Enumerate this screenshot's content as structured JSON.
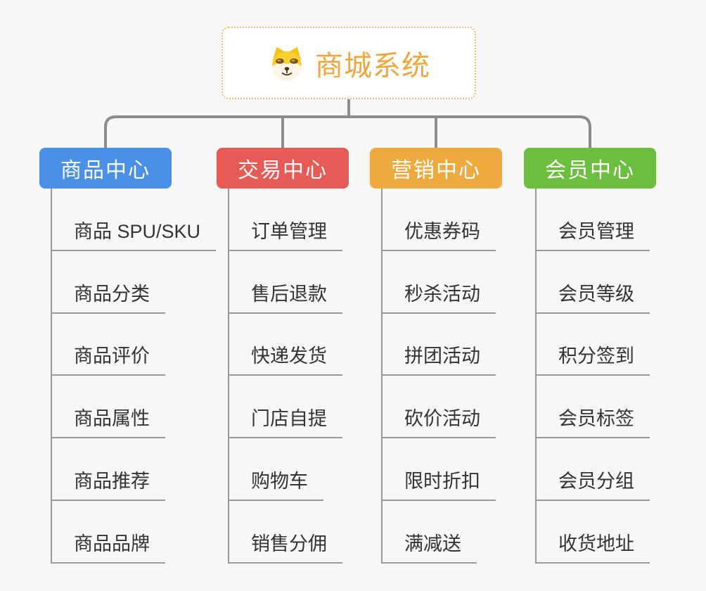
{
  "root": {
    "title": "商城系统",
    "icon": "dog-face-icon",
    "title_color": "#f0a63c",
    "border_color": "#f0be6e"
  },
  "branches": [
    {
      "id": "product-center",
      "label": "商品中心",
      "color": "#4a90e8",
      "items": [
        "商品 SPU/SKU",
        "商品分类",
        "商品评价",
        "商品属性",
        "商品推荐",
        "商品品牌"
      ]
    },
    {
      "id": "trade-center",
      "label": "交易中心",
      "color": "#e85a56",
      "items": [
        "订单管理",
        "售后退款",
        "快递发货",
        "门店自提",
        "购物车",
        "销售分佣"
      ]
    },
    {
      "id": "marketing-center",
      "label": "营销中心",
      "color": "#edaa3e",
      "items": [
        "优惠券码",
        "秒杀活动",
        "拼团活动",
        "砍价活动",
        "限时折扣",
        "满减送"
      ]
    },
    {
      "id": "member-center",
      "label": "会员中心",
      "color": "#6bbe3e",
      "items": [
        "会员管理",
        "会员等级",
        "积分签到",
        "会员标签",
        "会员分组",
        "收货地址"
      ]
    }
  ],
  "colors": {
    "background": "#f7f7f8",
    "connector": "#8c8c8c",
    "leaf_line": "#999999",
    "leaf_text": "#333333",
    "header_text": "#ffffff"
  }
}
